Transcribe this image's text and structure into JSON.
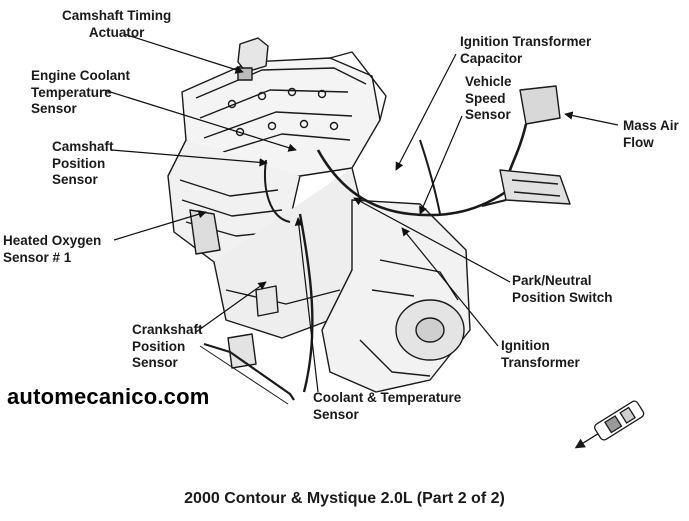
{
  "callouts": {
    "camshaft_timing_actuator": "Camshaft Timing\nActuator",
    "engine_coolant_temperature_sensor": "Engine Coolant\nTemperature\nSensor",
    "camshaft_position_sensor": "Camshaft\nPosition\nSensor",
    "heated_oxygen_sensor": "Heated Oxygen\nSensor # 1",
    "crankshaft_position_sensor": "Crankshaft\nPosition\nSensor",
    "coolant_temperature_sensor": "Coolant & Temperature\nSensor",
    "ignition_transformer_capacitor": "Ignition Transformer\nCapacitor",
    "vehicle_speed_sensor": "Vehicle\nSpeed\nSensor",
    "mass_air_flow": "Mass Air\nFlow",
    "park_neutral_position_switch": "Park/Neutral\nPosition Switch",
    "ignition_transformer": "Ignition\nTransformer"
  },
  "watermark": "automecanico.com",
  "caption": "2000 Contour & Mystique 2.0L (Part 2 of 2)",
  "colors": {
    "ink": "#1a1a1a",
    "background": "#ffffff"
  }
}
